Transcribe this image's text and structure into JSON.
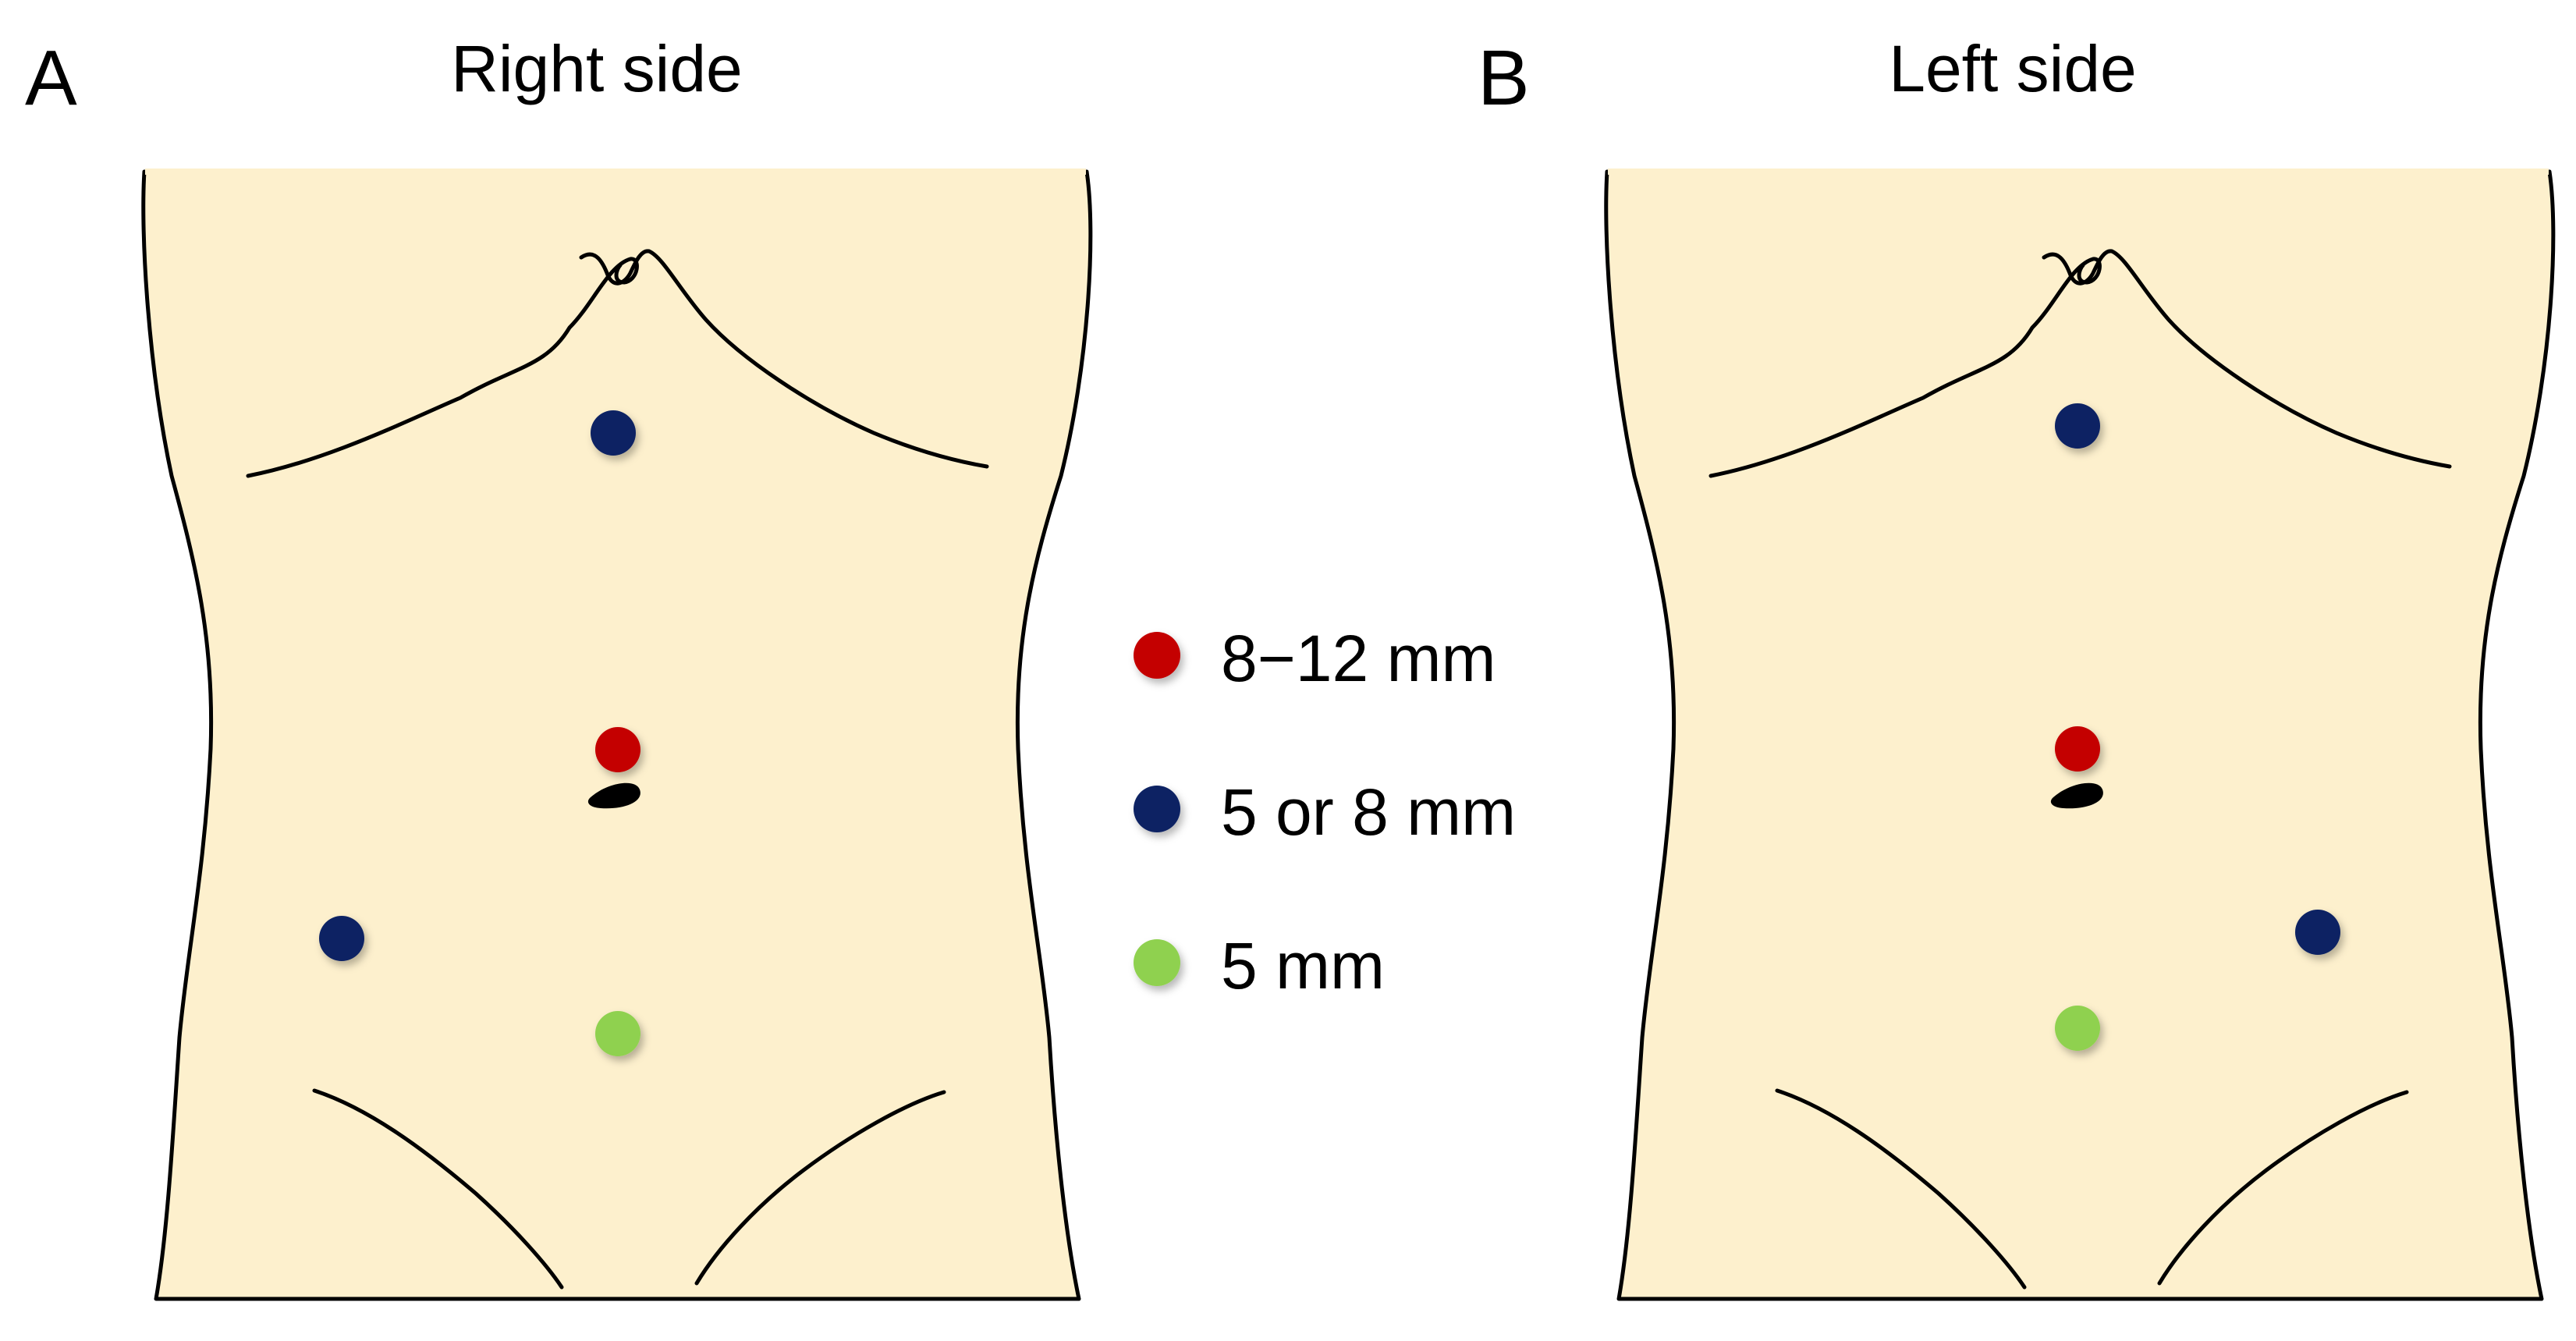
{
  "panels": [
    {
      "letter": "A",
      "title": "Right side"
    },
    {
      "letter": "B",
      "title": "Left side"
    }
  ],
  "legend": [
    {
      "label": "8−12 mm",
      "color": "#c40000"
    },
    {
      "label": "5 or 8 mm",
      "color": "#0b2464"
    },
    {
      "label": "5 mm",
      "color": "#8fd14f"
    }
  ],
  "colors": {
    "skin": "#fdf0cd",
    "outline": "#000000"
  }
}
